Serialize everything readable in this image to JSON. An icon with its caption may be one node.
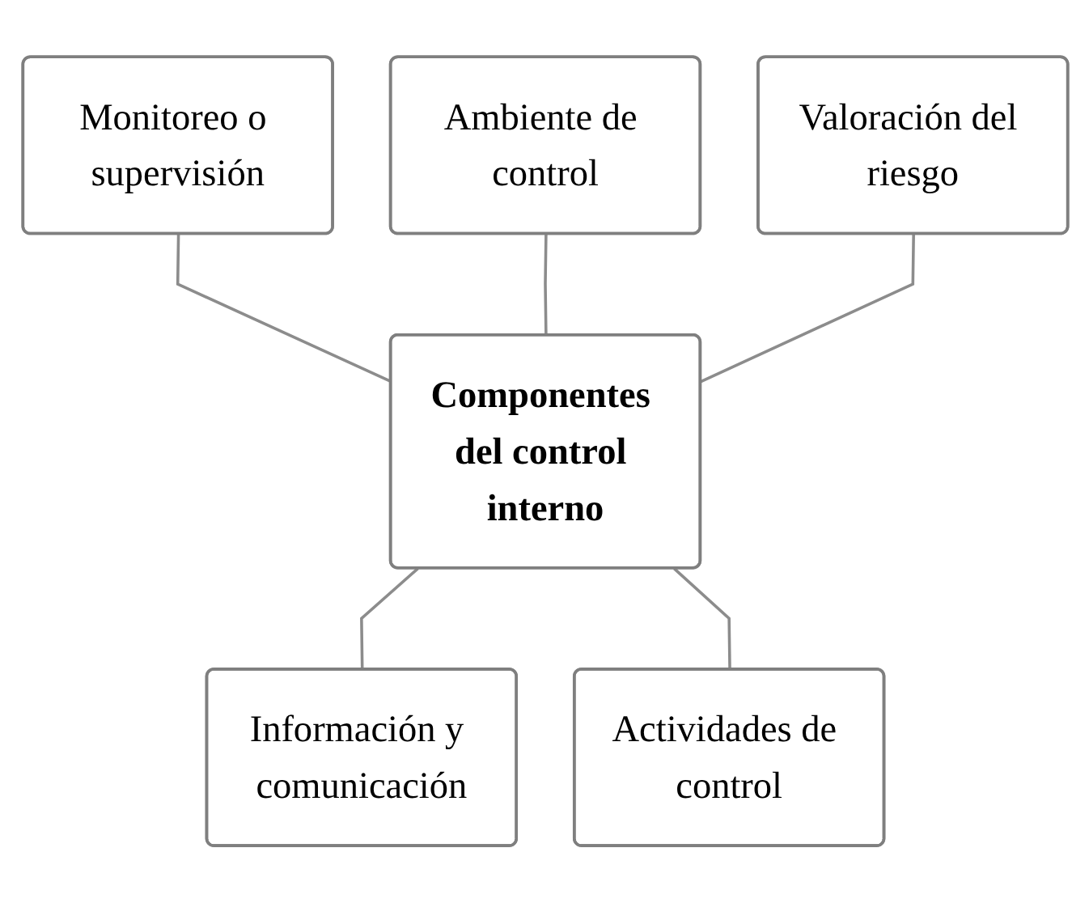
{
  "diagram": {
    "nodes": [
      {
        "text": [
          "Componentes del control interno"
        ]
      },
      {
        "text": [
          "Ambiente de control"
        ]
      },
      {
        "text": [
          "Valoración del riesgo"
        ]
      },
      {
        "text": [
          "Actividades de control"
        ]
      },
      {
        "text": [
          "Información y comunicación"
        ]
      },
      {
        "text": [
          "Monitoreo o supervisión"
        ]
      }
    ],
    "edges": [
      {
        "from": 5,
        "to": 0,
        "arrow": "none"
      },
      {
        "from": 1,
        "to": 0,
        "arrow": "none"
      },
      {
        "from": 2,
        "to": 0,
        "arrow": "none"
      },
      {
        "from": 0,
        "to": 4,
        "arrow": "none"
      },
      {
        "from": 0,
        "to": 3,
        "arrow": "none"
      }
    ]
  }
}
